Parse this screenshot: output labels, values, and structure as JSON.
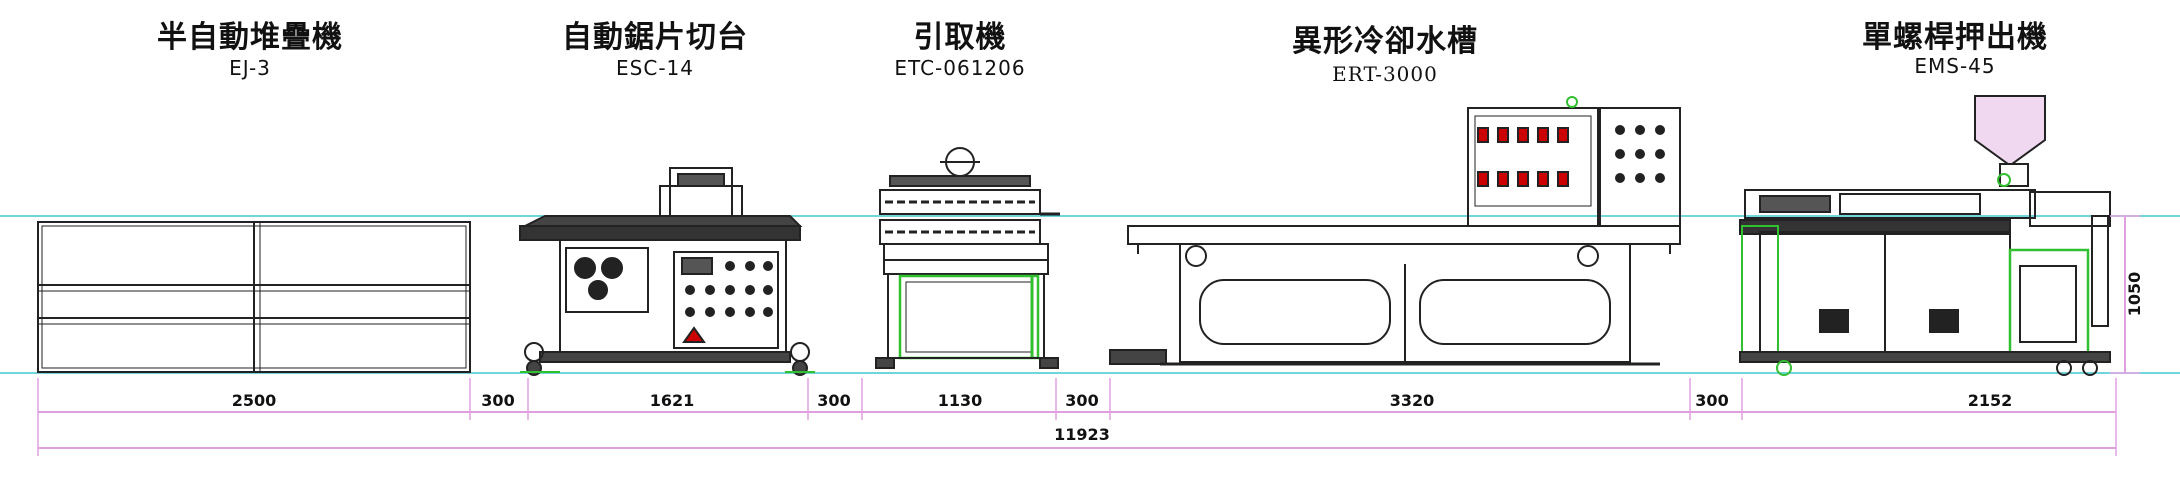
{
  "machines": [
    {
      "name": "半自動堆疊機",
      "model": "EJ-3"
    },
    {
      "name": "自動鋸片切台",
      "model": "ESC-14"
    },
    {
      "name": "引取機",
      "model": "ETC-061206"
    },
    {
      "name": "異形冷卻水槽",
      "model": "ERT-3000"
    },
    {
      "name": "單螺桿押出機",
      "model": "EMS-45"
    }
  ],
  "dimensions": {
    "segments": [
      "2500",
      "300",
      "1621",
      "300",
      "1130",
      "300",
      "3320",
      "300",
      "2152"
    ],
    "total": "11923",
    "height": "1050"
  },
  "colors": {
    "dimension": "#e0a0e0",
    "guide": "#40c8d0",
    "highlight": "#30c030",
    "line": "#222222"
  }
}
